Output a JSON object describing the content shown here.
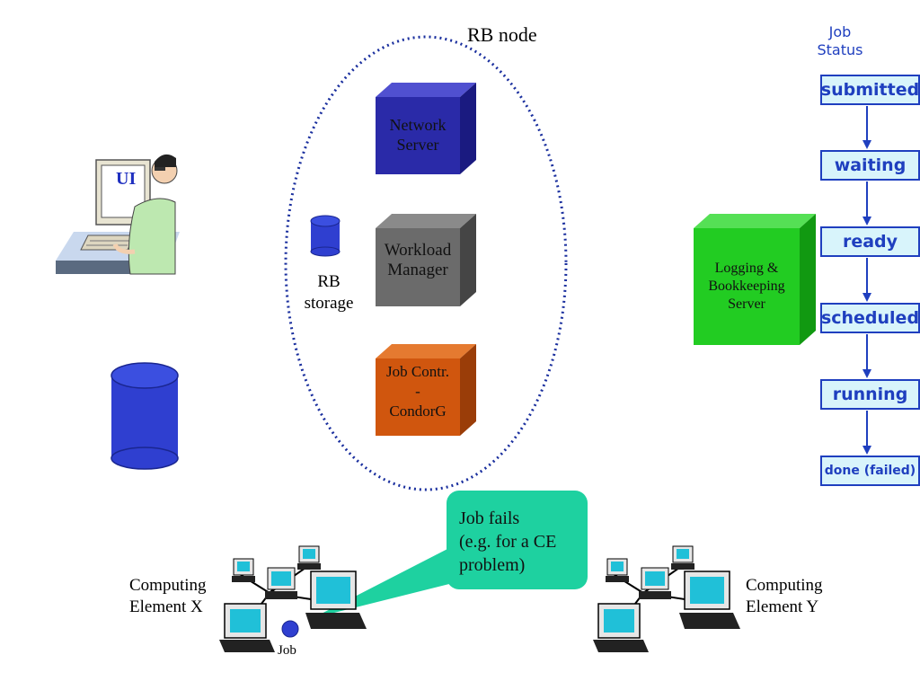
{
  "rb_node": {
    "title": "RB node"
  },
  "network_server": {
    "line1": "Network",
    "line2": "Server"
  },
  "workload_manager": {
    "line1": "Workload",
    "line2": "Manager"
  },
  "job_controller": {
    "line1": "Job Contr.",
    "line2": "-",
    "line3": "CondorG"
  },
  "rb_storage": {
    "line1": "RB",
    "line2": "storage"
  },
  "ui_station": {
    "label": "UI"
  },
  "lb_server": {
    "line1": "Logging &",
    "line2": "Bookkeeping",
    "line3": "Server"
  },
  "job_status": {
    "title_line1": "Job",
    "title_line2": "Status",
    "states": [
      "submitted",
      "waiting",
      "ready",
      "scheduled",
      "running",
      "done (failed)"
    ]
  },
  "callout": {
    "line1": "Job fails",
    "line2": "(e.g. for a CE",
    "line3": "problem)"
  },
  "ce_x": {
    "line1": "Computing",
    "line2": "Element X"
  },
  "ce_y": {
    "line1": "Computing",
    "line2": "Element Y"
  },
  "job_token": {
    "label": "Job"
  },
  "colors": {
    "network_server": "#2a2aa8",
    "workload_manager": "#6b6b6b",
    "job_controller": "#d0560e",
    "lb_server": "#22cc22",
    "storage": "#2f3fd0",
    "status_border": "#1f3fbf",
    "status_fill": "#d8f4fb",
    "callout": "#1ed1a0"
  }
}
